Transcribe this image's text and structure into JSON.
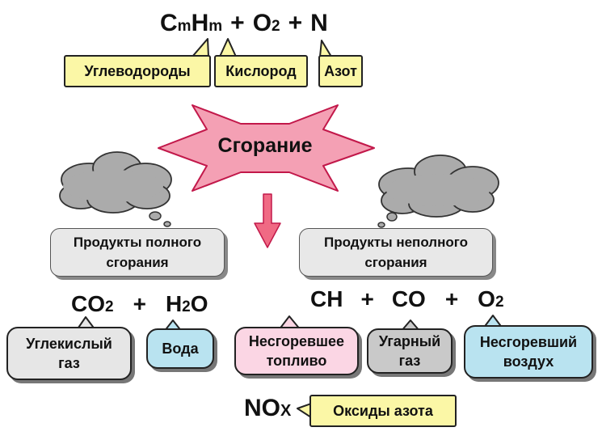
{
  "fuel_formula": {
    "c": "C",
    "c_sub": "m",
    "h": "H",
    "h_sub": "m",
    "plus1": "+",
    "o": "O",
    "o_sub": "2",
    "plus2": "+",
    "n": "N"
  },
  "fuel_labels": {
    "hydrocarbons": "Углеводороды",
    "oxygen": "Кислород",
    "nitrogen": "Азот"
  },
  "combustion": {
    "label": "Сгорание"
  },
  "complete": {
    "title_line1": "Продукты полного",
    "title_line2": "сгорания",
    "formula": {
      "a": "CO",
      "a_sub": "2",
      "plus": "+",
      "b1": "H",
      "b_sub": "2",
      "b2": "O"
    },
    "co2_line1": "Углекислый",
    "co2_line2": "газ",
    "water": "Вода"
  },
  "incomplete": {
    "title_line1": "Продукты неполного",
    "title_line2": "сгорания",
    "formula": {
      "a": "CH",
      "plus1": "+",
      "b": "CO",
      "plus2": "+",
      "c": "O",
      "c_sub": "2"
    },
    "unburned_fuel_line1": "Несгоревшее",
    "unburned_fuel_line2": "топливо",
    "co_line1": "Угарный",
    "co_line2": "газ",
    "unburned_air_line1": "Несгоревший",
    "unburned_air_line2": "воздух"
  },
  "nox": {
    "main": "NO",
    "sub": "X",
    "label": "Оксиды азота"
  },
  "colors": {
    "yellow": "#fbf7a6",
    "star_pink": "#f4a0b4",
    "arrow_pink": "#f06a84",
    "gray": "#e6e6e6",
    "pink": "#fbd6e4",
    "blue": "#b9e3f0",
    "dark_gray": "#c9c9c9"
  }
}
